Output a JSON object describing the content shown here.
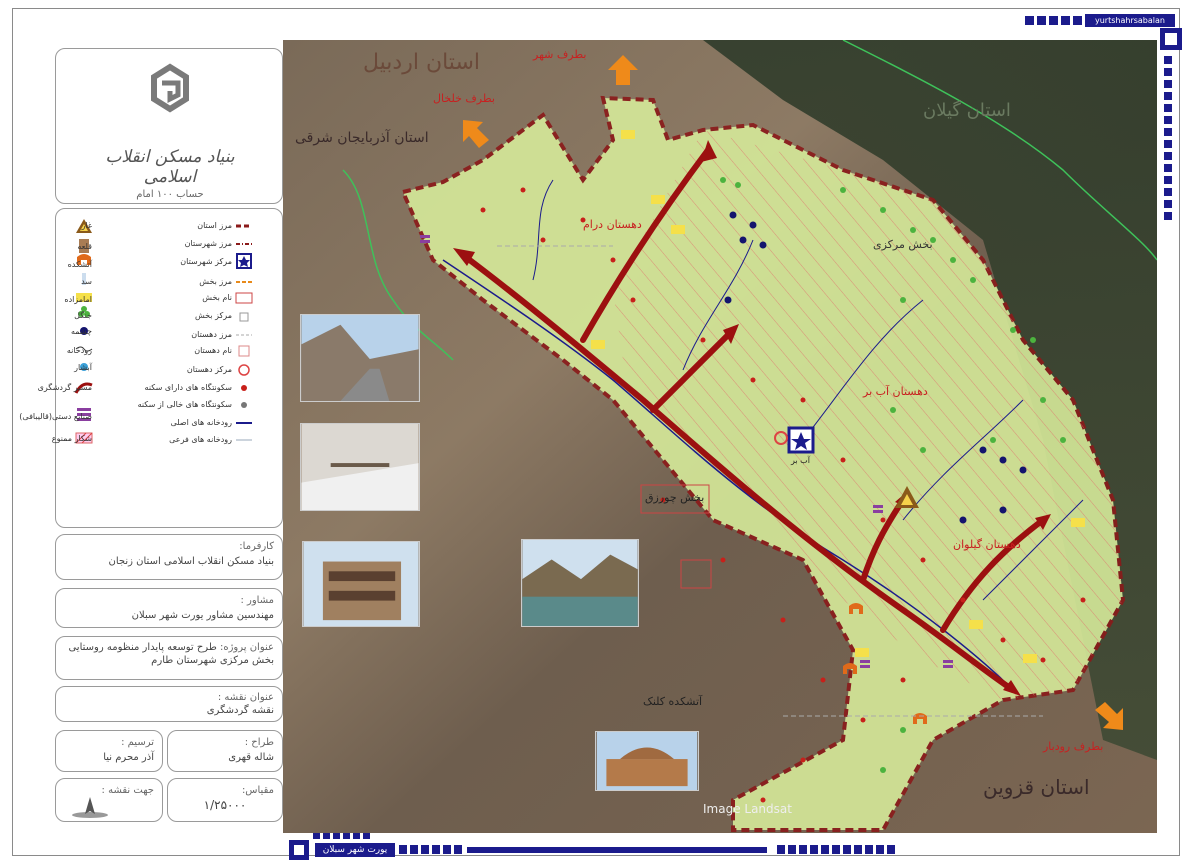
{
  "site_label": "yurtshahrsabalan",
  "footer_label": "یورت شهر سبلان",
  "logo": {
    "org_name_line1": "بنیاد مسکن انقلاب",
    "org_name_line2": "اسلامی",
    "sub": "حساب ۱۰۰ امام"
  },
  "legend": {
    "right_col": [
      {
        "label": "مرز استان",
        "symbol": "dash-red"
      },
      {
        "label": "مرز شهرستان",
        "symbol": "dash-dot-red"
      },
      {
        "label": "مرکز شهرستان",
        "symbol": "star-blue"
      },
      {
        "label": "مرز بخش",
        "symbol": "dash-orange"
      },
      {
        "label": "نام بخش",
        "symbol": "box-label"
      },
      {
        "label": "مرکز بخش",
        "symbol": "small-square"
      },
      {
        "label": "مرز دهستان",
        "symbol": "dash-gray"
      },
      {
        "label": "نام دهستان",
        "symbol": "empty-square"
      },
      {
        "label": "مرکز دهستان",
        "symbol": "flower-red"
      },
      {
        "label": "سکونتگاه های دارای سکنه",
        "symbol": "dot-red"
      },
      {
        "label": "سکونتگاه های خالی از سکنه",
        "symbol": "dot-gray"
      },
      {
        "label": "رودخانه های اصلی",
        "symbol": "line-navy"
      },
      {
        "label": "رودخانه های فرعی",
        "symbol": "line-light"
      }
    ],
    "left_col": [
      {
        "label": "غار",
        "symbol": "cave"
      },
      {
        "label": "قلعه",
        "symbol": "castle"
      },
      {
        "label": "آتشکده",
        "symbol": "arch"
      },
      {
        "label": "سد",
        "symbol": "dam"
      },
      {
        "label": "امامزاده",
        "symbol": "shrine"
      },
      {
        "label": "جنگل",
        "symbol": "tree"
      },
      {
        "label": "چشمه",
        "symbol": "dot-navy"
      },
      {
        "label": "رودخانه",
        "symbol": "river"
      },
      {
        "label": "آبشار",
        "symbol": "dot-cyan"
      },
      {
        "label": "مسیر گردشگری",
        "symbol": "arrow-red"
      },
      {
        "label": "صنایع دستی(قالیبافی)",
        "symbol": "stripes-purple"
      },
      {
        "label": "شکار ممنوع",
        "symbol": "hatch-red"
      }
    ]
  },
  "info": {
    "client_label": "کارفرما:",
    "client_value": "بنیاد مسکن انقلاب اسلامی استان زنجان",
    "consultant_label": "مشاور :",
    "consultant_value": "مهندسین مشاور یورت شهر سبلان",
    "project_label": "عنوان پروژه:",
    "project_value_1": "طرح توسعه پایدار منظومه روستایی",
    "project_value_2": "بخش مرکزی شهرستان طارم",
    "map_title_label": "عنوان نقشه :",
    "map_title_value": "نقشه گردشگری",
    "designer_label": "طراح :",
    "designer_value": "شاله قهری",
    "drafter_label": "ترسیم :",
    "drafter_value": "آذر محرم نیا",
    "north_label": "جهت نقشه :",
    "scale_label": "مقیاس:",
    "scale_value": "۱/۲۵۰۰۰"
  },
  "map_labels": {
    "ardabil": "استان اردبیل",
    "gilan": "استان گیلان",
    "east_azarbaijan": "استان آذربایجان شرقی",
    "qazvin": "استان قزوین",
    "toward_khalkhal": "بطرف خلخال",
    "toward_city": "بطرف شهر",
    "toward_rudbar": "بطرف رودبار",
    "deram": "دهستان درام",
    "markazi": "بخش مرکزی",
    "abbar": "دهستان آب بر",
    "gilvan": "دهستان گیلوان",
    "chavarzagh": "بخش چورزق",
    "abbar_city": "آب بر",
    "kalnak": "آتشکده کلنک",
    "imagery": "Image Landsat"
  },
  "colors": {
    "boundary": "#8b1a1a",
    "route": "#9c1010",
    "fill": "#d6ea9a",
    "frame_blue": "#1b1b8c"
  }
}
